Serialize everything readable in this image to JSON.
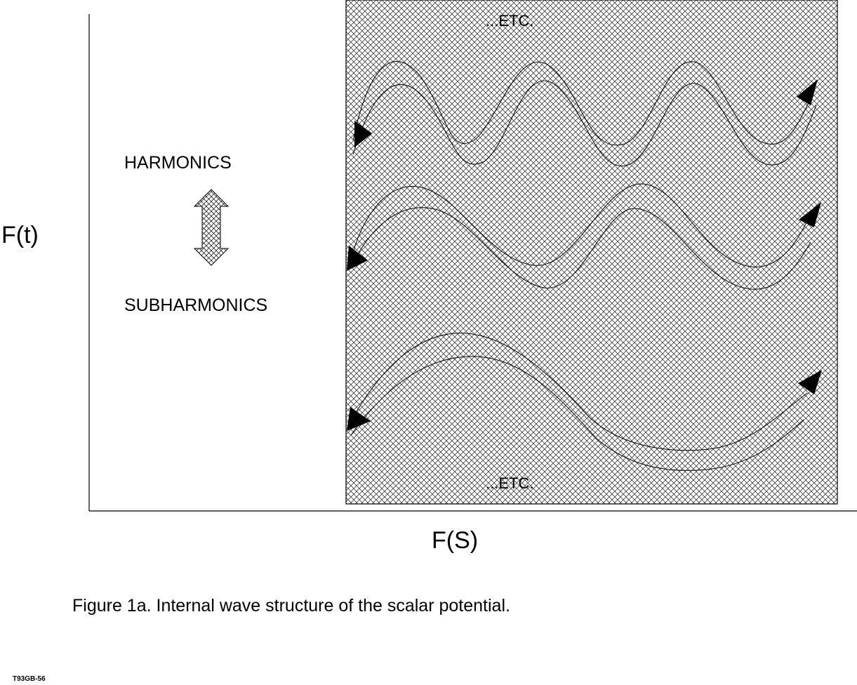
{
  "labels": {
    "y_axis": "F(t)",
    "x_axis": "F(S)",
    "harmonics": "HARMONICS",
    "subharmonics": "SUBHARMONICS",
    "etc_top": "...ETC.",
    "etc_bottom": "...ETC."
  },
  "caption": "Figure 1a.  Internal wave structure of the scalar potential.",
  "code": "T93GB-56",
  "colors": {
    "ink": "#000000",
    "background": "#ffffff"
  },
  "icons": {
    "double_arrow": "vertical-double-arrow-icon",
    "direction_markers": "triangle-arrowhead-icon"
  }
}
